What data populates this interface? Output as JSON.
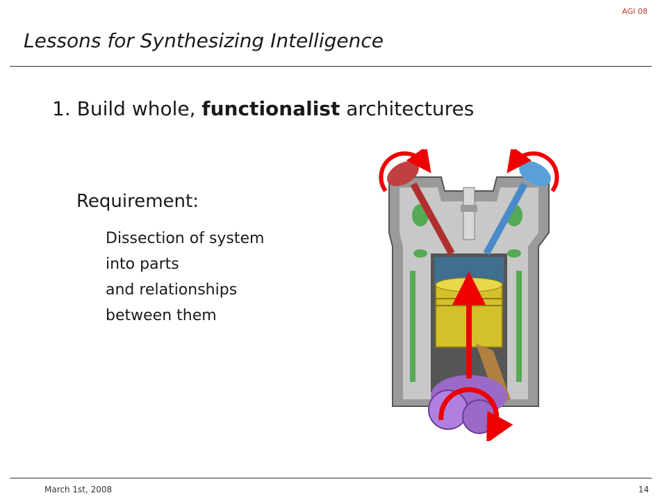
{
  "header": {
    "tag": "AGI 08",
    "title": "Lessons for Synthesizing Intelligence"
  },
  "main": {
    "heading": {
      "number": "1.",
      "before": "Build whole,",
      "bold": "functionalist",
      "after": "architectures"
    },
    "requirement_label": "Requirement:",
    "requirement_lines": [
      "Dissection of system",
      "into parts",
      "and relationships",
      "between them"
    ]
  },
  "illustration": {
    "icon": "engine-cutaway-icon"
  },
  "footer": {
    "date": "March 1st, 2008",
    "page": "14"
  },
  "colors": {
    "accent": "#c0392b",
    "rule": "#333333"
  }
}
